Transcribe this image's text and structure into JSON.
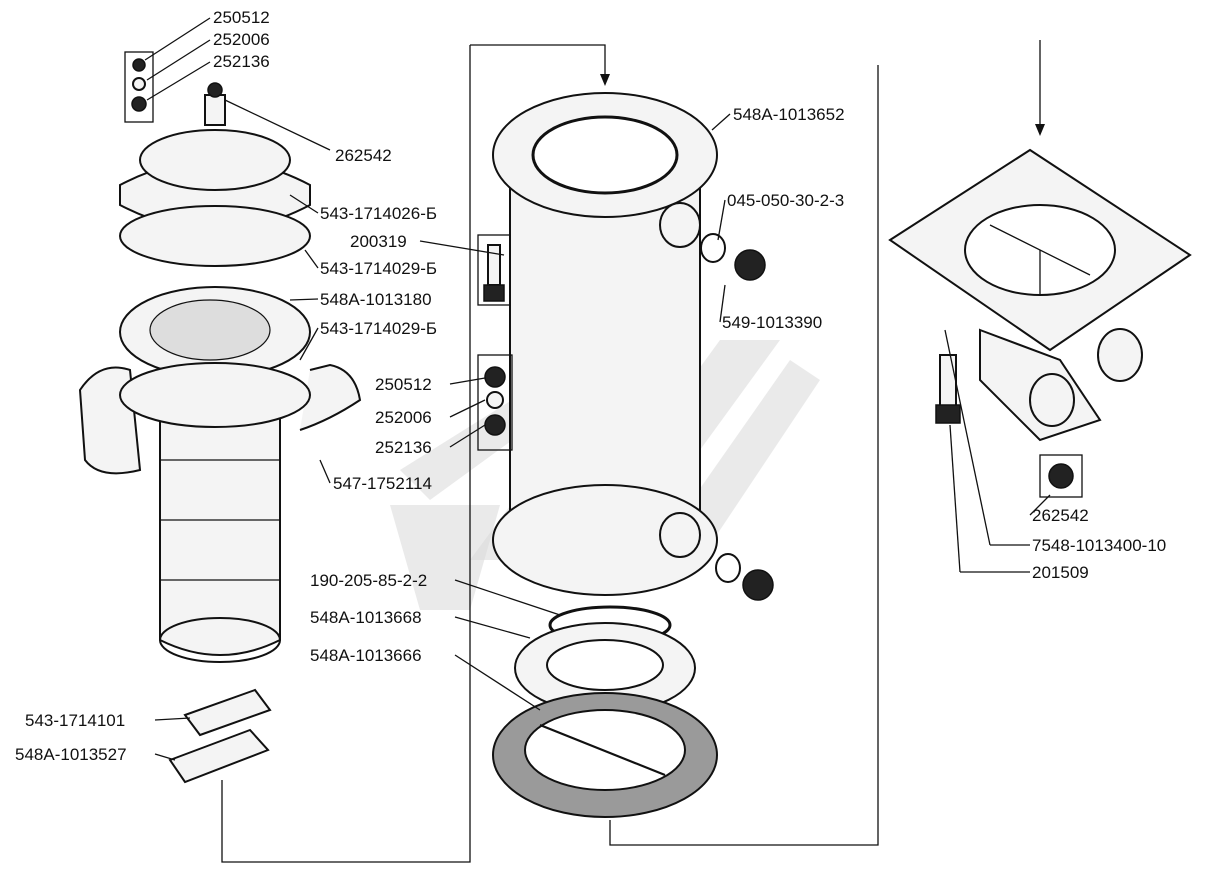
{
  "diagram": {
    "labels": [
      {
        "id": "l01",
        "text": "250512"
      },
      {
        "id": "l02",
        "text": "252006"
      },
      {
        "id": "l03",
        "text": "252136"
      },
      {
        "id": "l04",
        "text": "262542"
      },
      {
        "id": "l05",
        "text": "543-1714026-Б"
      },
      {
        "id": "l06",
        "text": "200319"
      },
      {
        "id": "l07",
        "text": "543-1714029-Б"
      },
      {
        "id": "l08",
        "text": "548А-1013180"
      },
      {
        "id": "l09",
        "text": "543-1714029-Б"
      },
      {
        "id": "l10",
        "text": "250512"
      },
      {
        "id": "l11",
        "text": "252006"
      },
      {
        "id": "l12",
        "text": "252136"
      },
      {
        "id": "l13",
        "text": "547-1752114"
      },
      {
        "id": "l14",
        "text": "190-205-85-2-2"
      },
      {
        "id": "l15",
        "text": "548А-1013668"
      },
      {
        "id": "l16",
        "text": "548А-1013666"
      },
      {
        "id": "l17",
        "text": "543-1714101"
      },
      {
        "id": "l18",
        "text": "548А-1013527"
      },
      {
        "id": "l19",
        "text": "548А-1013652"
      },
      {
        "id": "l20",
        "text": "045-050-30-2-3"
      },
      {
        "id": "l21",
        "text": "549-1013390"
      },
      {
        "id": "l22",
        "text": "262542"
      },
      {
        "id": "l23",
        "text": "7548-1013400-10"
      },
      {
        "id": "l24",
        "text": "201509"
      }
    ]
  }
}
